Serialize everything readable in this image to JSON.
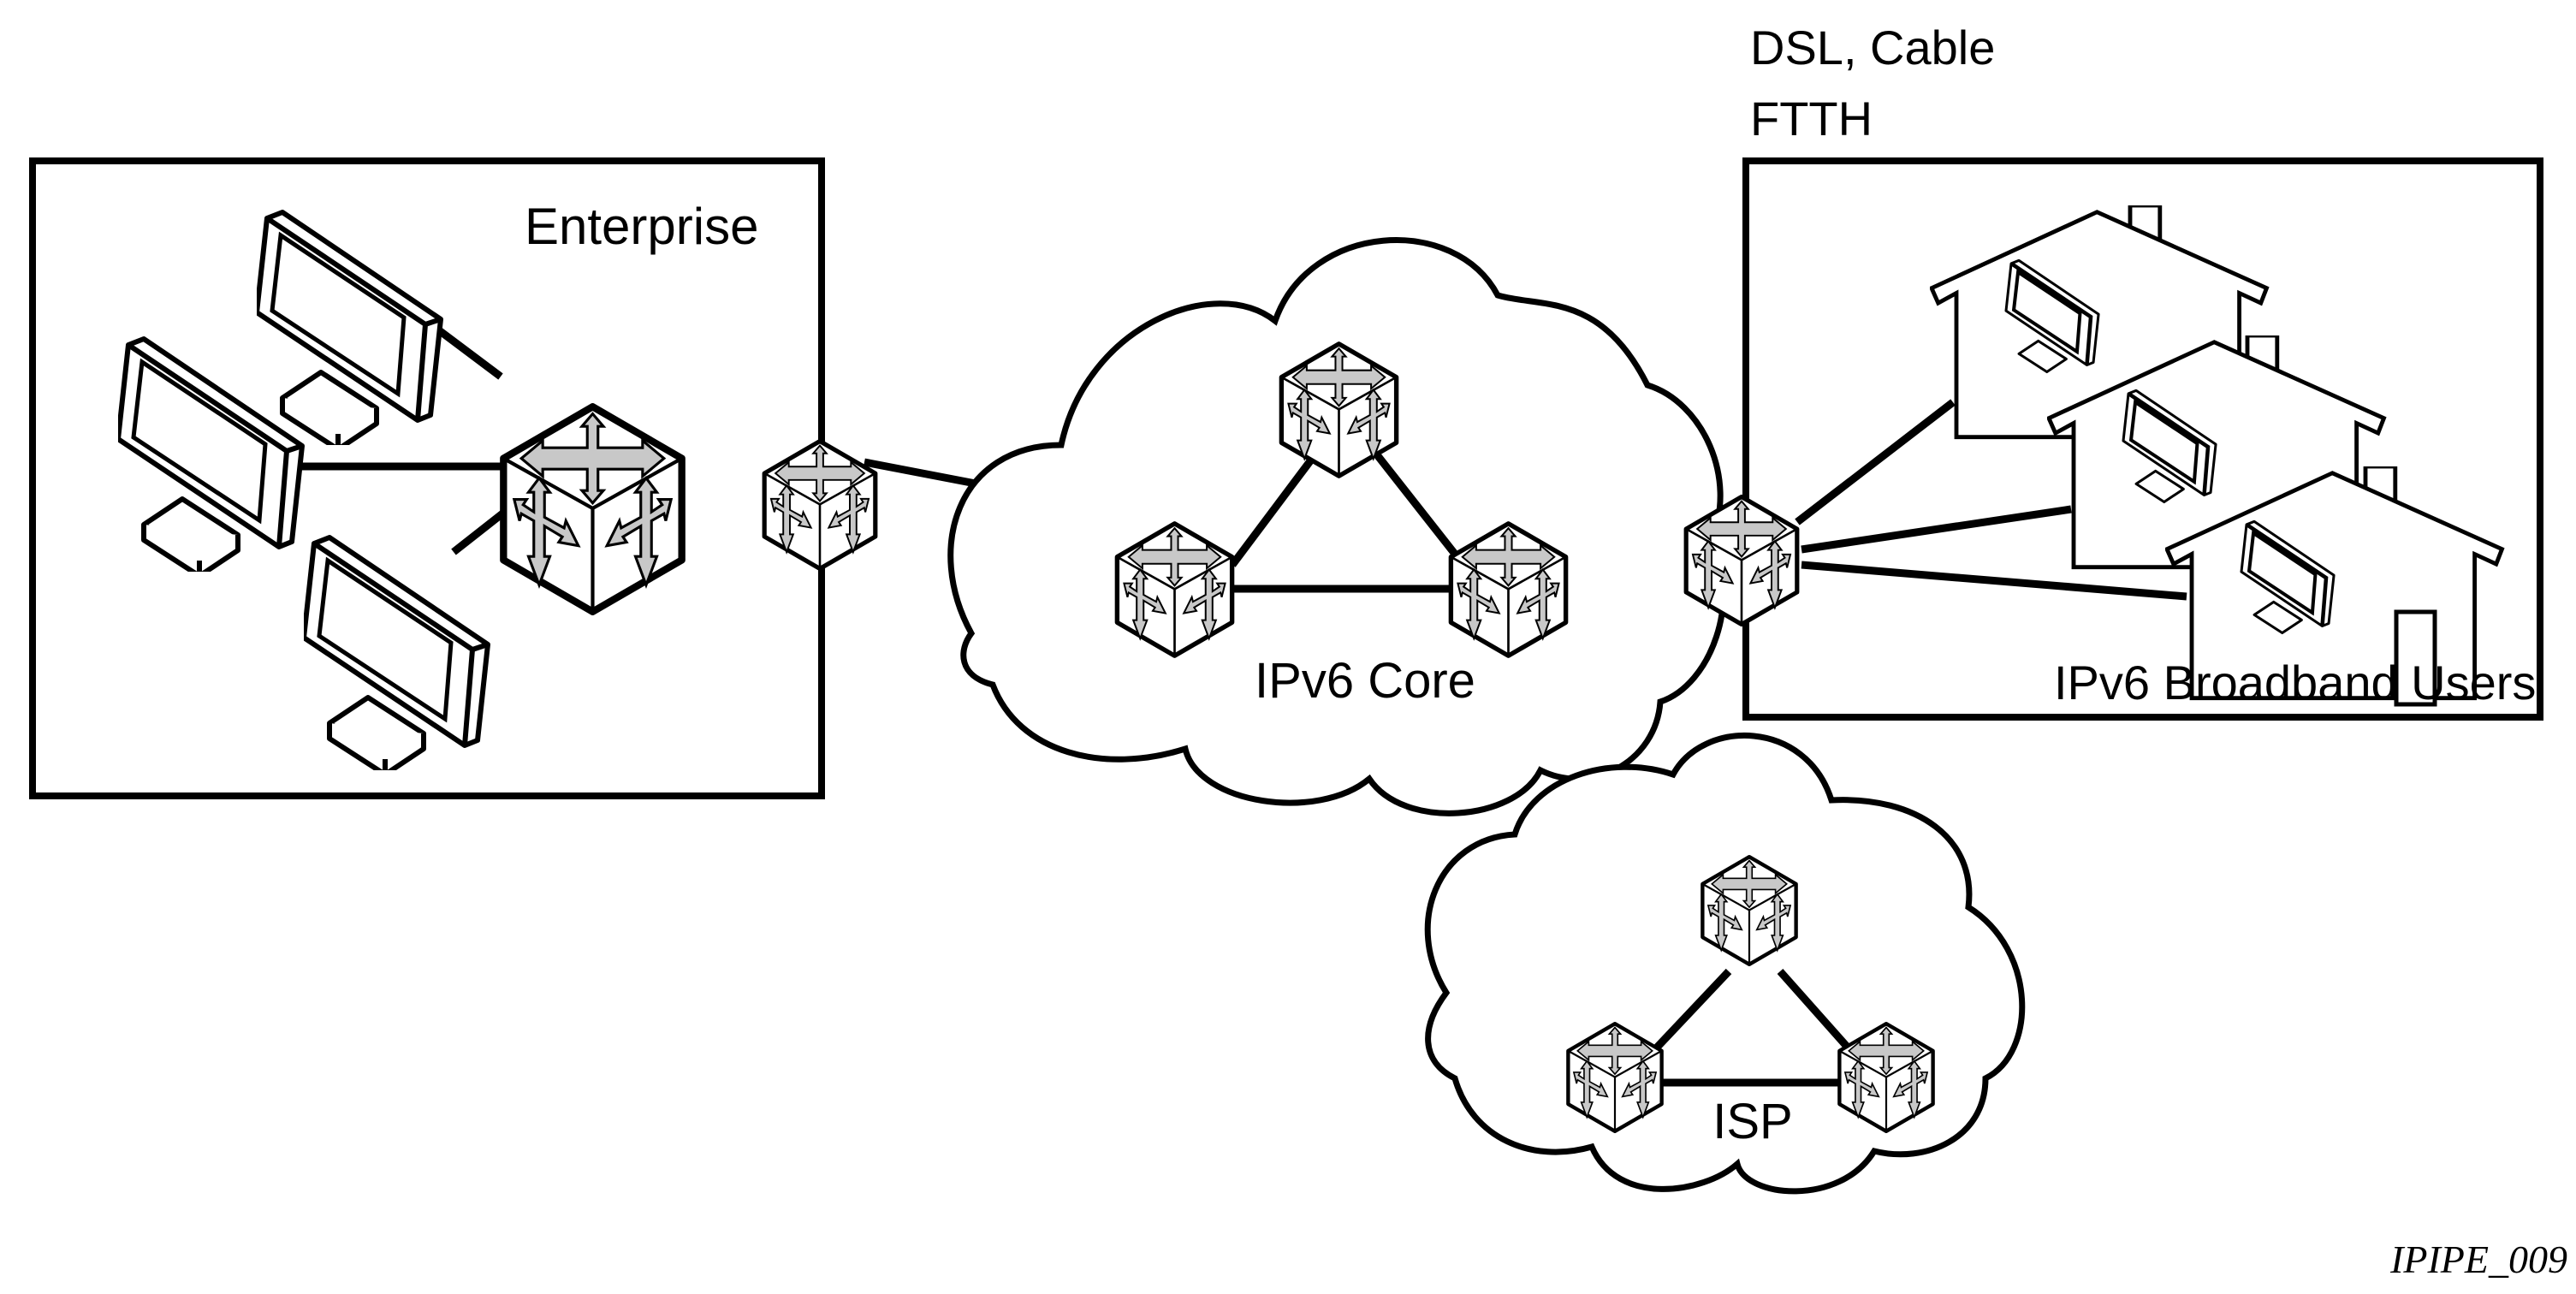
{
  "diagram": {
    "title": "IPv6 network deployment overview",
    "caption": "IPIPE_009",
    "colors": {
      "stroke": "#000000",
      "background": "#ffffff",
      "arrow_fill": "#c8c8c8"
    },
    "regions": {
      "enterprise": {
        "label": "Enterprise",
        "workstations": 3,
        "routers": 1
      },
      "core": {
        "label": "IPv6 Core",
        "routers": 3,
        "shape": "cloud"
      },
      "isp": {
        "label": "ISP",
        "routers": 3,
        "shape": "cloud"
      },
      "broadband": {
        "label": "IPv6 Broadband Users",
        "access_label_line1": "DSL, Cable",
        "access_label_line2": "FTTH",
        "houses": 3
      }
    },
    "nodes": [
      {
        "id": "ent-router",
        "type": "router",
        "region": "enterprise"
      },
      {
        "id": "ent-edge",
        "type": "router",
        "region": "enterprise-edge"
      },
      {
        "id": "core-top",
        "type": "router",
        "region": "core"
      },
      {
        "id": "core-left",
        "type": "router",
        "region": "core"
      },
      {
        "id": "core-right",
        "type": "router",
        "region": "core"
      },
      {
        "id": "bb-edge",
        "type": "router",
        "region": "broadband-edge"
      },
      {
        "id": "isp-top",
        "type": "router",
        "region": "isp"
      },
      {
        "id": "isp-left",
        "type": "router",
        "region": "isp"
      },
      {
        "id": "isp-right",
        "type": "router",
        "region": "isp"
      },
      {
        "id": "pc-1",
        "type": "workstation",
        "region": "enterprise"
      },
      {
        "id": "pc-2",
        "type": "workstation",
        "region": "enterprise"
      },
      {
        "id": "pc-3",
        "type": "workstation",
        "region": "enterprise"
      },
      {
        "id": "house-1",
        "type": "home",
        "region": "broadband"
      },
      {
        "id": "house-2",
        "type": "home",
        "region": "broadband"
      },
      {
        "id": "house-3",
        "type": "home",
        "region": "broadband"
      }
    ],
    "links": [
      [
        "pc-1",
        "ent-router"
      ],
      [
        "pc-2",
        "ent-router"
      ],
      [
        "pc-3",
        "ent-router"
      ],
      [
        "ent-edge",
        "core"
      ],
      [
        "core-top",
        "core-left"
      ],
      [
        "core-top",
        "core-right"
      ],
      [
        "core-left",
        "core-right"
      ],
      [
        "core",
        "bb-edge"
      ],
      [
        "bb-edge",
        "house-1"
      ],
      [
        "bb-edge",
        "house-2"
      ],
      [
        "bb-edge",
        "house-3"
      ],
      [
        "core",
        "isp"
      ],
      [
        "isp-top",
        "isp-left"
      ],
      [
        "isp-top",
        "isp-right"
      ],
      [
        "isp-left",
        "isp-right"
      ]
    ]
  }
}
